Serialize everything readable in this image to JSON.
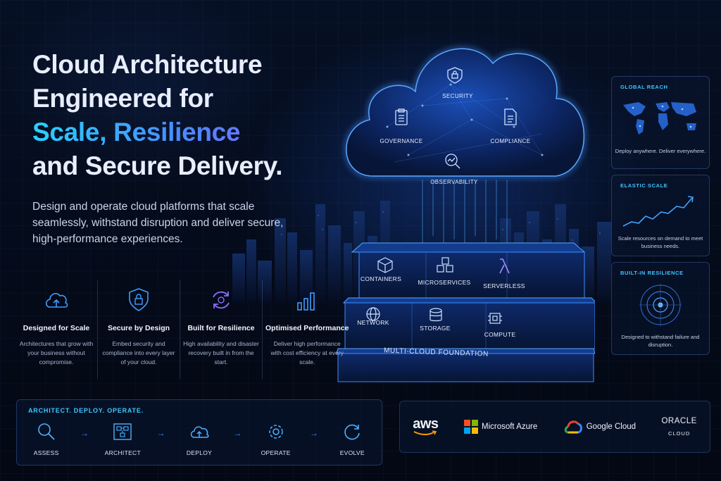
{
  "hero": {
    "title_line1": "Cloud Architecture",
    "title_line2": "Engineered for",
    "title_line3": "Scale, Resilience",
    "title_line4": "and Secure Delivery.",
    "subtitle": "Design and operate cloud platforms that scale seamlessly, withstand disruption and deliver secure, high-performance experiences."
  },
  "cloud": {
    "security": "SECURITY",
    "governance": "GOVERNANCE",
    "compliance": "COMPLIANCE",
    "observability": "OBSERVABILITY"
  },
  "platform": {
    "containers": "CONTAINERS",
    "microservices": "MICROSERVICES",
    "serverless": "SERVERLESS",
    "network": "NETWORK",
    "storage": "STORAGE",
    "compute": "COMPUTE",
    "foundation": "MULTI-CLOUD FOUNDATION"
  },
  "features": [
    {
      "title": "Designed for Scale",
      "desc": "Architectures that grow with your business without compromise.",
      "icon": "cloud-upload-icon"
    },
    {
      "title": "Secure by Design",
      "desc": "Embed security and compliance into every layer of your cloud.",
      "icon": "shield-lock-icon"
    },
    {
      "title": "Built for Resilience",
      "desc": "High availability and disaster recovery built in from the start.",
      "icon": "refresh-icon"
    },
    {
      "title": "Optimised Performance",
      "desc": "Deliver high performance with cost efficiency at every scale.",
      "icon": "bar-chart-icon"
    }
  ],
  "flow": {
    "title": "ARCHITECT. DEPLOY. OPERATE.",
    "steps": [
      "ASSESS",
      "ARCHITECT",
      "DEPLOY",
      "OPERATE",
      "EVOLVE"
    ]
  },
  "side_cards": [
    {
      "title": "GLOBAL REACH",
      "desc": "Deploy anywhere. Deliver everywhere."
    },
    {
      "title": "ELASTIC SCALE",
      "desc": "Scale resources on demand to meet business needs."
    },
    {
      "title": "BUILT-IN RESILIENCE",
      "desc": "Designed to withstand failure and disruption."
    }
  ],
  "vendors": {
    "aws": "aws",
    "azure": "Microsoft Azure",
    "google": "Google Cloud",
    "oracle": "ORACLE",
    "oracle_sub": "CLOUD"
  },
  "colors": {
    "accent_cyan": "#3fc6ff",
    "accent_blue": "#3f8cff",
    "accent_purple": "#8a5cff",
    "background": "#050b1a"
  }
}
